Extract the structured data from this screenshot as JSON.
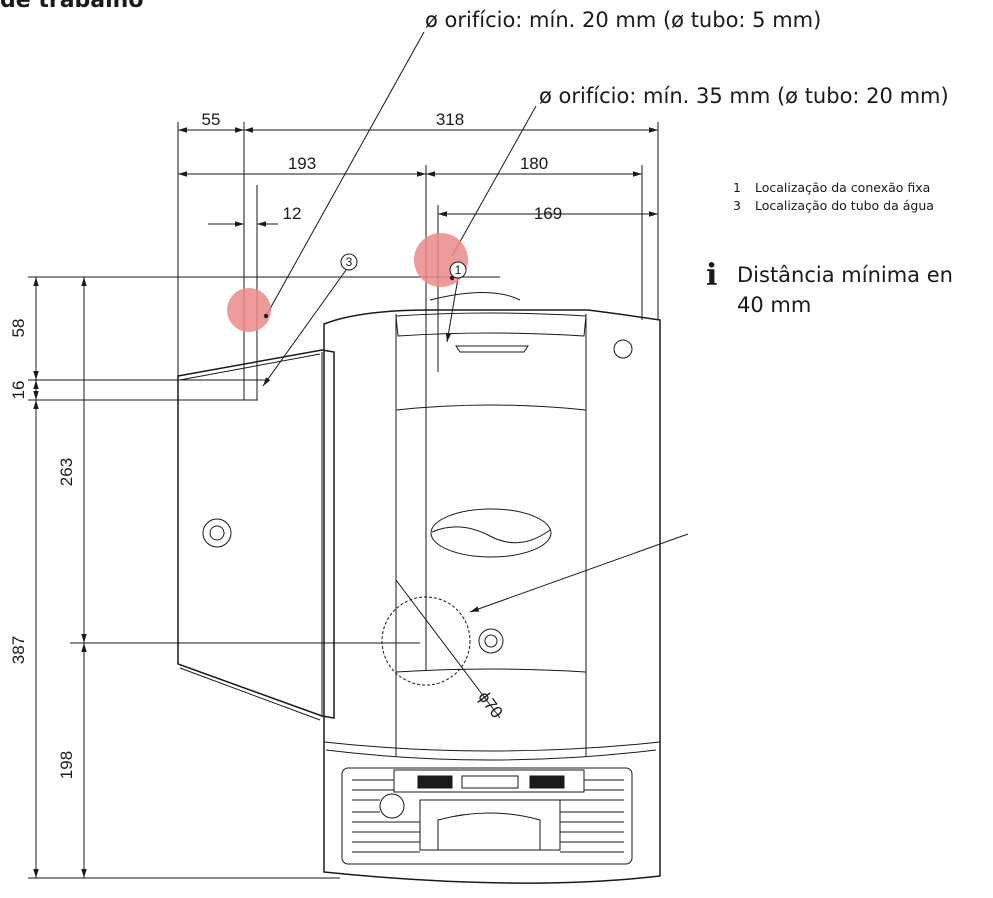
{
  "page_title": "de trabalho",
  "notes": {
    "hole_small": "ø orifício: mín. 20 mm (ø tubo: 5 mm)",
    "hole_large": "ø orifício: mín. 35 mm (ø tubo: 20 mm)"
  },
  "legend": [
    {
      "num": "1",
      "text": "Localização da conexão fixa"
    },
    {
      "num": "3",
      "text": "Localização do tubo da água"
    }
  ],
  "info": {
    "icon": "info-icon",
    "line1": "Distância mínima en",
    "line2": "40 mm"
  },
  "dimensions": {
    "top": {
      "d55": "55",
      "d318": "318",
      "d193": "193",
      "d180": "180",
      "d12": "12",
      "d169": "169"
    },
    "left": {
      "d58": "58",
      "d16": "16",
      "d263": "263",
      "d387": "387",
      "d198": "198"
    },
    "diameter": "ϕ70"
  },
  "callouts": {
    "c1": "1",
    "c3": "3"
  },
  "colors": {
    "marker": "#ec8a8a",
    "line": "#1a1a1a"
  }
}
